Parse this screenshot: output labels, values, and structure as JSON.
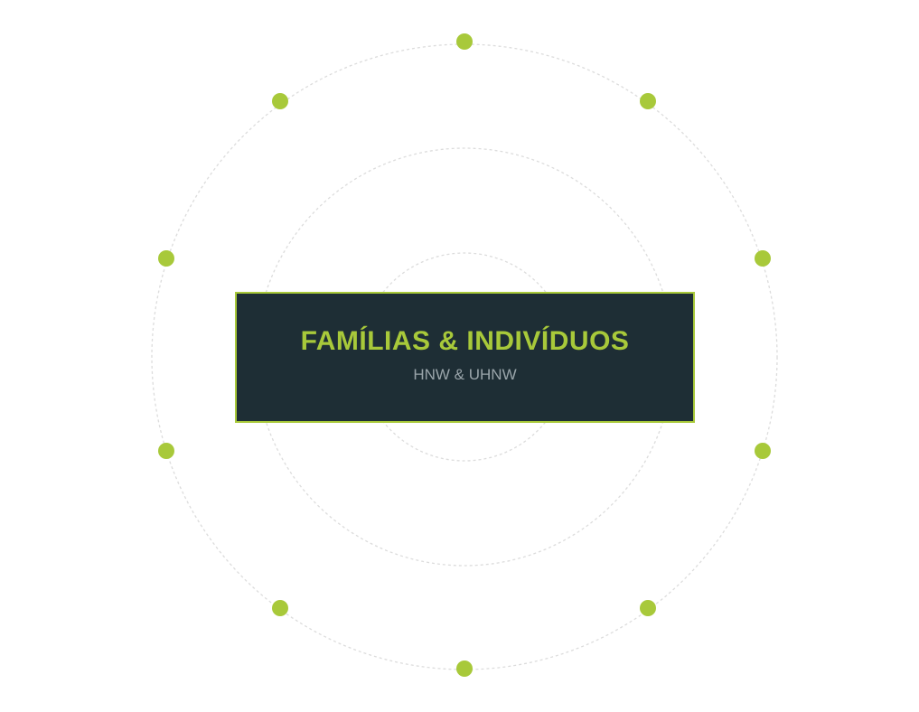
{
  "title": "FAMÍLIAS & INDIVÍDUOS",
  "subtitle": "HNW & UHNW",
  "colors": {
    "accent": "#a8c93a",
    "box_bg": "#1e2e35",
    "ring": "#dcdcdc"
  },
  "node_count": 10
}
